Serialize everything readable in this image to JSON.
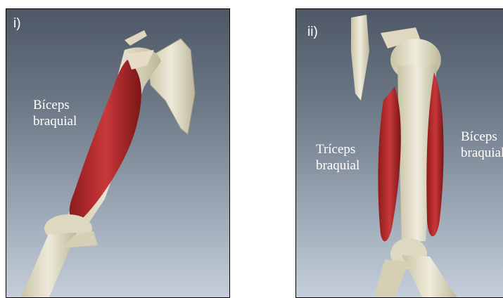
{
  "panels": [
    {
      "tag": "i)",
      "labels": [
        {
          "line1": "Bíceps",
          "line2": "braquial"
        }
      ]
    },
    {
      "tag": "ii)",
      "labels": [
        {
          "line1": "Tríceps",
          "line2": "braquial"
        },
        {
          "line1": "Bíceps",
          "line2": "braquial"
        }
      ]
    }
  ],
  "colors": {
    "bone": "#e6e2c8",
    "muscle": "#b3262a",
    "background_top": "#4d5765",
    "background_bottom": "#c5cfdb"
  }
}
